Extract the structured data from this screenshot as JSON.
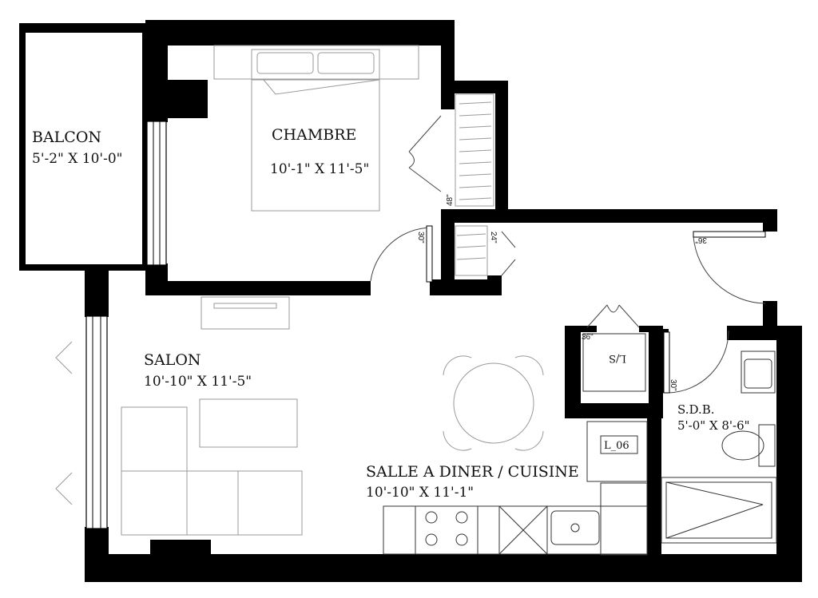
{
  "rooms": {
    "balcon": {
      "name": "BALCON",
      "dims": "5'-2\" X  10'-0\""
    },
    "chambre": {
      "name": "CHAMBRE",
      "dims": "10'-1\" X 11'-5\""
    },
    "salon": {
      "name": "SALON",
      "dims": "10'-10\"  X  11'-5\""
    },
    "cuisine": {
      "name": "SALLE A DINER / CUISINE",
      "dims": "10'-10\" X 11'-1\""
    },
    "sdb": {
      "name": "S.D.B.",
      "dims": "5'-0\" X 8'-6\""
    }
  },
  "door_labels": {
    "closet_48": "48\"",
    "bedroom_30": "30\"",
    "closet_24": "24\"",
    "entry_36": "36\"",
    "ls_36": "36\"",
    "bath_30": "30\""
  },
  "appliances": {
    "laundry": "L/S",
    "l06": "L_06"
  }
}
